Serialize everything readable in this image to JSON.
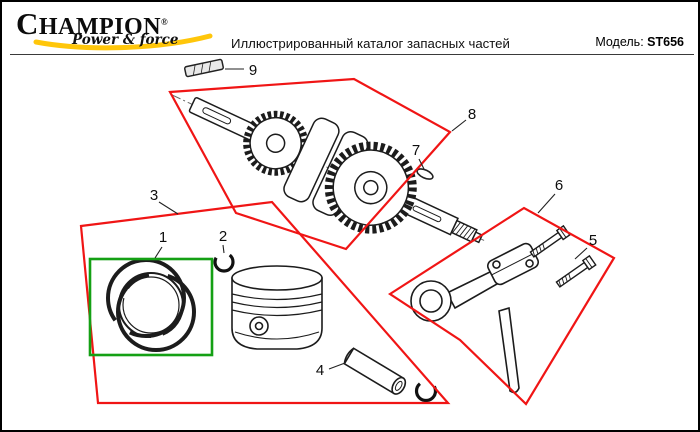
{
  "header": {
    "brand_name": "CHAMPION",
    "brand_reg": "®",
    "brand_tagline": "Power & force",
    "title": "Иллюстрированный каталог запасных частей",
    "model_label": "Модель:",
    "model_value": "ST656"
  },
  "colors": {
    "outline_red": "#f01515",
    "highlight_green": "#14a014",
    "brand_yellow": "#ffc60a"
  },
  "callouts": [
    {
      "label": "1",
      "part": "piston-ring-set"
    },
    {
      "label": "2",
      "part": "piston-pin-circlip-upper"
    },
    {
      "label": "3",
      "part": "piston-group-outline"
    },
    {
      "label": "4",
      "part": "piston-pin"
    },
    {
      "label": "5",
      "part": "connecting-rod-bolts"
    },
    {
      "label": "6",
      "part": "connecting-rod-assembly"
    },
    {
      "label": "7",
      "part": "woodruff-key"
    },
    {
      "label": "8",
      "part": "crankshaft-assembly"
    },
    {
      "label": "9",
      "part": "shaft-key"
    }
  ]
}
